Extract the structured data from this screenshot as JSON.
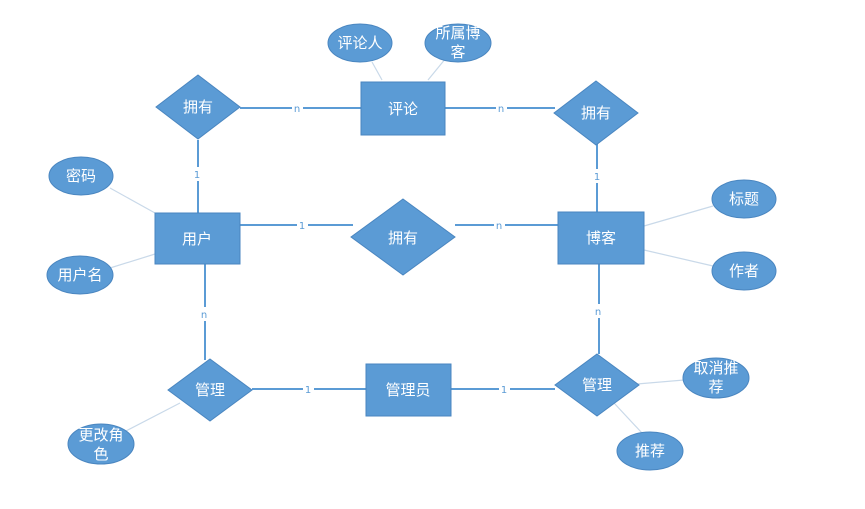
{
  "entities": {
    "comment": "评论",
    "user": "用户",
    "blog": "博客",
    "admin": "管理员"
  },
  "relations": {
    "user_comment": "拥有",
    "comment_blog": "拥有",
    "user_blog": "拥有",
    "user_admin": "管理",
    "admin_blog": "管理"
  },
  "attributes": {
    "commenter": "评论人",
    "owning_blog_line1": "所属博",
    "owning_blog_line2": "客",
    "password": "密码",
    "username": "用户名",
    "title": "标题",
    "author": "作者",
    "change_role_line1": "更改角",
    "change_role_line2": "色",
    "cancel_recommend_line1": "取消推",
    "cancel_recommend_line2": "荐",
    "recommend": "推荐"
  },
  "cardinalities": {
    "user_comment_user_side": "1",
    "user_comment_comment_side": "n",
    "comment_blog_comment_side": "n",
    "comment_blog_blog_side": "1",
    "user_blog_user_side": "1",
    "user_blog_blog_side": "n",
    "user_admin_user_side": "n",
    "user_admin_admin_side": "1",
    "admin_blog_admin_side": "1",
    "admin_blog_blog_side": "n"
  },
  "colors": {
    "shape_fill": "#5b9bd5",
    "shape_text": "#ffffff",
    "attribute_link": "#c9d9e9"
  }
}
